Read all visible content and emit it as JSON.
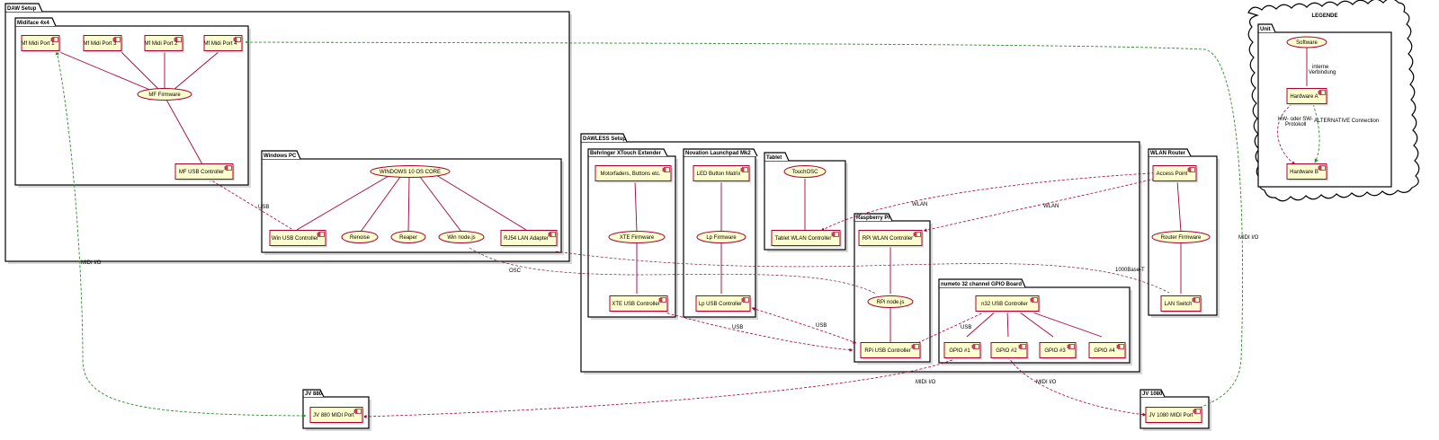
{
  "legend": {
    "title": "LEGENDE",
    "package": "Unit",
    "software": "Software",
    "hardware_a": "Hardware A",
    "hardware_b": "Hardware B",
    "internal_label_1": "interne",
    "internal_label_2": "Verbindung",
    "hw_label_1": "HW- oder SW-",
    "hw_label_2": "Protokoll",
    "alt_label": "ALTERNATIVE Connection"
  },
  "packages": {
    "daw": "DAW Setup",
    "midiface": "Midiface 4x4",
    "winpc": "Windows PC",
    "dawless": "DAWLESS Setup",
    "xtouch": "Behringer XTouch Extender",
    "launchpad": "Novation Launchpad Mk2",
    "tablet": "Tablet",
    "rpi": "Raspberry Pi",
    "numeto": "numeto 32 channel GPIO Board",
    "wlan": "WLAN Router",
    "jv880": "JV 880",
    "jv1080": "JV 1080"
  },
  "nodes": {
    "mf_port1": "Mf Midi Port 1",
    "mf_port3": "Mf Midi Port 3",
    "mf_port2": "Mf Midi Port 2",
    "mf_port4": "Mf Midi Port 4",
    "mf_firmware": "MF Firmware",
    "mf_usb": "MF USB Controller",
    "win_core": "WINDOWS 10 OS CORE",
    "win_usb": "Win USB Controller",
    "renoise": "Renoise",
    "reaper": "Reaper",
    "win_node": "Win node.js",
    "rj45": "RJ54 LAN Adapter",
    "xte_motor": "Motorfaders, Buttons etc.",
    "xte_fw": "XTE Firmware",
    "xte_usb": "XTE USB Controller",
    "lp_led": "LED Button Matrix",
    "lp_fw": "Lp Firmware",
    "lp_usb": "Lp USB Controller",
    "touchosc": "TouchOSC",
    "tablet_wlan": "Tablet WLAN Controller",
    "rpi_wlan": "RPi WLAN Controller",
    "rpi_node": "RPi node.js",
    "rpi_usb": "RPi USB Controller",
    "n32_usb": "n32 USB Controller",
    "gpio1": "GPIO #1",
    "gpio2": "GPIO #2",
    "gpio3": "GPIO #3",
    "gpio4": "GPIO #4",
    "access_point": "Access Point",
    "router_fw": "Router Firmware",
    "lan_switch": "LAN Switch",
    "jv880_port": "JV 880 MIDI Port",
    "jv1080_port": "JV 1080 MIDI Port"
  },
  "edge_labels": {
    "usb1": "USB",
    "usb2": "USB",
    "usb3": "USB",
    "usb4": "USB",
    "osc": "OSC",
    "wlan1": "WLAN",
    "wlan2": "WLAN",
    "base": "1000Base-T",
    "midi_left": "MIDI I/O",
    "midi_right": "MIDI I/O",
    "midi_jv880": "MIDI I/O",
    "midi_jv1080": "MIDI I/O"
  }
}
